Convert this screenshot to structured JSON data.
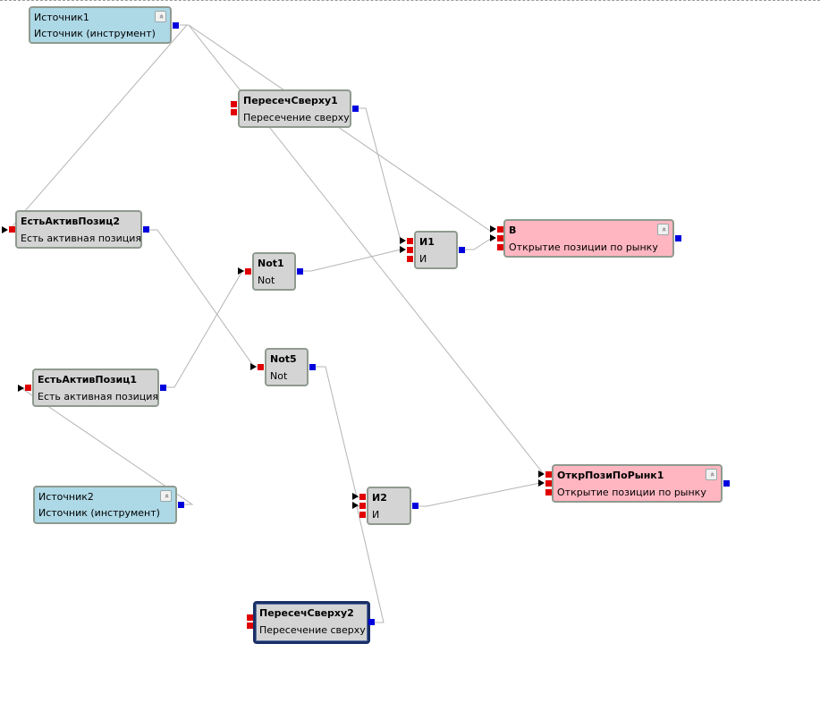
{
  "nodes": {
    "source1": {
      "title": "Источник1",
      "subtitle": "Источник (инструмент)"
    },
    "source2": {
      "title": "Источник2",
      "subtitle": "Источник (инструмент)"
    },
    "cross_up1": {
      "title": "ПересечСверху1",
      "subtitle": "Пересечение сверху"
    },
    "cross_up2": {
      "title": "ПересечСверху2",
      "subtitle": "Пересечение сверху"
    },
    "has_pos2": {
      "title": "ЕстьАктивПозиц2",
      "subtitle": "Есть активная позиция"
    },
    "has_pos1": {
      "title": "ЕстьАктивПозиц1",
      "subtitle": "Есть активная позиция"
    },
    "not1": {
      "title": "Not1",
      "subtitle": "Not"
    },
    "not5": {
      "title": "Not5",
      "subtitle": "Not"
    },
    "and1": {
      "title": "И1",
      "subtitle": "И"
    },
    "and2": {
      "title": "И2",
      "subtitle": "И"
    },
    "b": {
      "title": "B",
      "subtitle": "Открытие позиции по рынку"
    },
    "open_market1": {
      "title": "ОткрПозиПоРынк1",
      "subtitle": "Открытие позиции по рынку"
    }
  },
  "collapse_glyph": "«",
  "colors": {
    "source": "#add8e6",
    "logic": "#d4d4d4",
    "action": "#ffb6c1",
    "input_port": "#e00000",
    "output_port": "#0000dd",
    "selected_border": "#1a2f66"
  }
}
